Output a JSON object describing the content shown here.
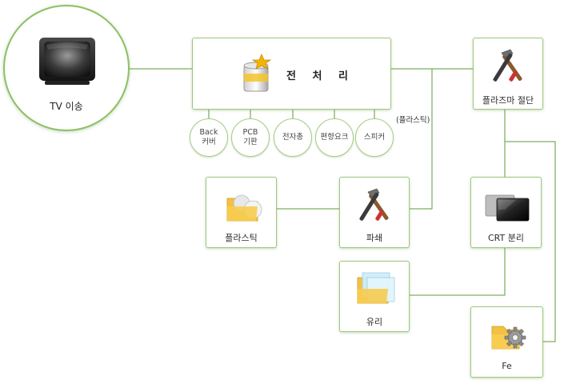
{
  "nodes": {
    "tv_transport": "TV 이송",
    "preprocessing": "전 처 리",
    "plasma_cutting": "플라즈마 절단",
    "plastic": "플라스틱",
    "crushing": "파쇄",
    "crt_separation": "CRT 분리",
    "glass": "유리",
    "fe": "Fe"
  },
  "preprocessing_parts": [
    "Back\n커버",
    "PCB\n기판",
    "전자총",
    "편향요크",
    "스피커"
  ],
  "side_note": "(플라스틱)",
  "colors": {
    "connector": "#5e9a3a",
    "border": "#9fc87e",
    "accent": "#8cc063"
  },
  "icons": {
    "tv": "crt-television-icon",
    "preprocessing": "paint-bucket-star-icon",
    "tools": "hammer-wrench-icon",
    "folder": "folder-icon",
    "crt": "crt-panel-icon",
    "gear": "gear-folder-icon"
  }
}
